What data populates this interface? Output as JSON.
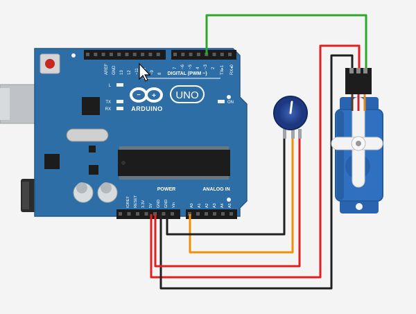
{
  "board": {
    "brand": "ARDUINO",
    "model": "UNO",
    "digital_label": "DIGITAL (PWM ~)",
    "power_label": "POWER",
    "analog_label": "ANALOG IN",
    "led_l": "L",
    "led_tx": "TX",
    "led_rx": "RX",
    "led_on": "ON",
    "digital_pins": [
      "AREF",
      "GND",
      "13",
      "12",
      "~11",
      "~10",
      "~9",
      "8",
      "7",
      "~6",
      "~5",
      "4",
      "~3",
      "2",
      "TX▸1",
      "RX◂0"
    ],
    "power_pins": [
      "IOREF",
      "RESET",
      "3.3V",
      "5V",
      "GND",
      "GND",
      "Vin"
    ],
    "analog_pins": [
      "A0",
      "A1",
      "A2",
      "A3",
      "A4",
      "A5"
    ]
  },
  "colors": {
    "board": "#2e6ea6",
    "wire_green": "#2ca82c",
    "wire_red": "#e02020",
    "wire_black": "#202020",
    "wire_orange": "#f0900a",
    "background": "#f4f4f4"
  }
}
